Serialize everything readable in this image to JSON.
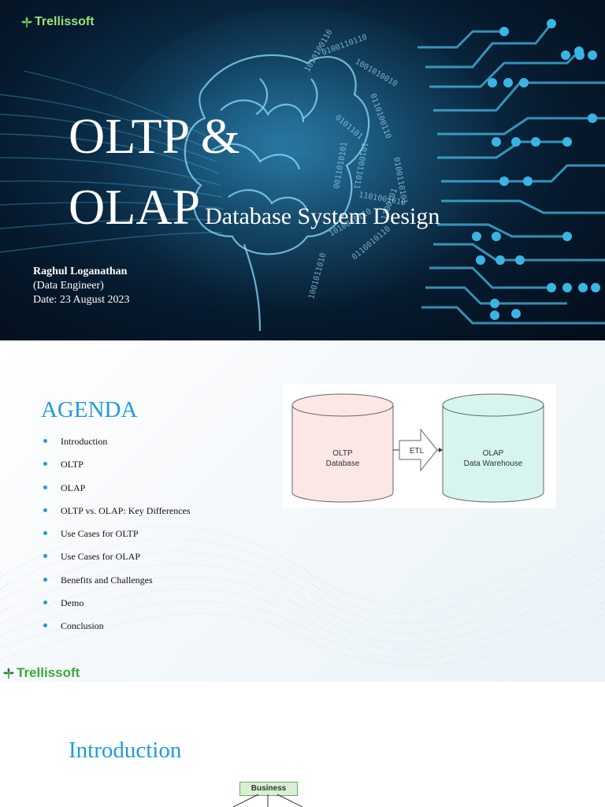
{
  "brand": {
    "name": "Trellissoft",
    "accent": "#1f9bde",
    "logo_green": "#3aaa35"
  },
  "slide1": {
    "title_line1": "OLTP &",
    "title_line2": "OLAP",
    "subtitle": "Database System Design",
    "author_name": "Raghul Loganathan",
    "author_role": "(Data Engineer)",
    "date": "Date: 23 August 2023"
  },
  "slide2": {
    "title": "AGENDA",
    "items": [
      "Introduction",
      "OLTP",
      "OLAP",
      "OLTP vs. OLAP: Key Differences",
      "Use Cases for OLTP",
      "Use Cases for OLAP",
      "Benefits and Challenges",
      "Demo",
      "Conclusion"
    ],
    "diagram": {
      "oltp_line1": "OLTP",
      "oltp_line2": "Database",
      "etl": "ETL",
      "olap_line1": "OLAP",
      "olap_line2": "Data Warehouse"
    }
  },
  "slide3": {
    "title": "Introduction",
    "box_label": "Business"
  }
}
